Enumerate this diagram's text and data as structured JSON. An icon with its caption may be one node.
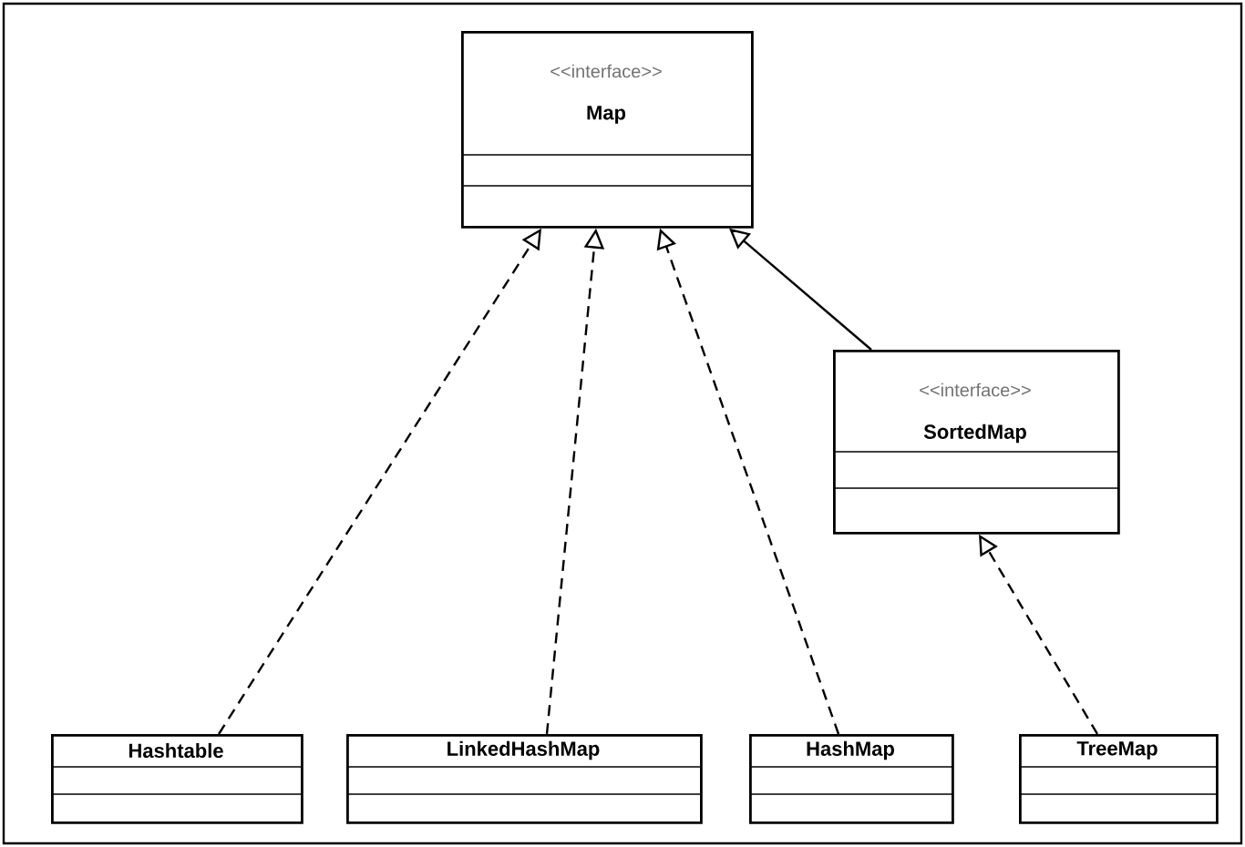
{
  "diagram": {
    "nodes": [
      {
        "text": [
          "<<interface>>",
          "Map"
        ]
      },
      {
        "text": [
          "<<interface>>",
          "SortedMap"
        ]
      },
      {
        "text": [
          "Hashtable"
        ]
      },
      {
        "text": [
          "LinkedHashMap"
        ]
      },
      {
        "text": [
          "HashMap"
        ]
      },
      {
        "text": [
          "TreeMap"
        ]
      }
    ],
    "edges": [
      {
        "from": 2,
        "to": 0,
        "arrow": "to",
        "style": "dashed"
      },
      {
        "from": 3,
        "to": 0,
        "arrow": "to",
        "style": "dashed"
      },
      {
        "from": 4,
        "to": 0,
        "arrow": "to",
        "style": "dashed"
      },
      {
        "from": 1,
        "to": 0,
        "arrow": "to"
      },
      {
        "from": 5,
        "to": 1,
        "arrow": "to",
        "style": "dashed"
      }
    ]
  }
}
